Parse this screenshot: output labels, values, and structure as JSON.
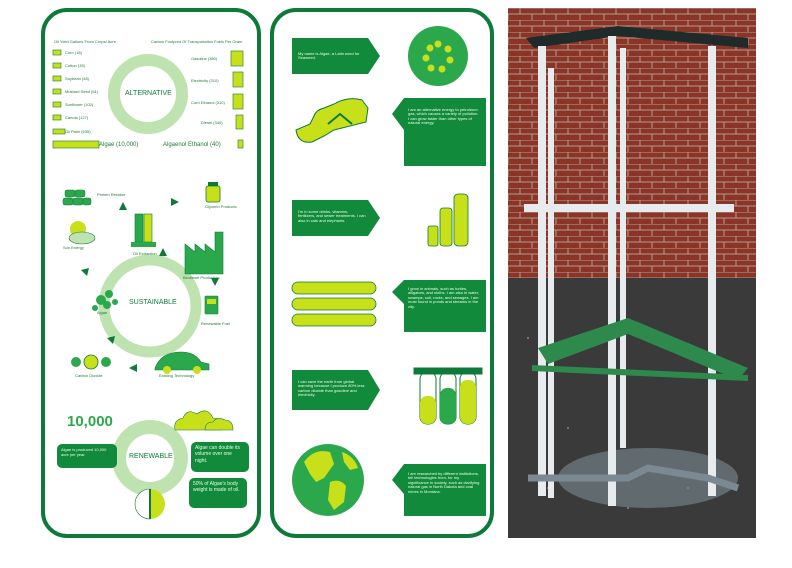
{
  "panel1": {
    "alt": {
      "left_title": "Oil Yield Gallons From Crops/ Acre",
      "right_title": "Carbon Footprint Of Transportation Fuels Per Gram",
      "crops": [
        "Corn (18)",
        "Cotton (35)",
        "Soybean (48)",
        "Mustard Seed (61)",
        "Sunflower (102)",
        "Canola (127)",
        "Oil Palm (635)"
      ],
      "crop_highlight": "Algae (10,000)",
      "fuels": [
        "Gasoline (350)",
        "Electricity (310)",
        "Corn Ethanol (310)",
        "Diesel (340)"
      ],
      "fuel_highlight": "Algaenol Ethanol (40)",
      "center_label": "ALTERNATIVE"
    },
    "sust": {
      "center_label": "SUSTAINABLE",
      "items": {
        "protein": "Protein Residue",
        "glycerin": "Glycerin Products",
        "sun": "Sun Energy",
        "oil": "Oil Extraction",
        "biodiesel": "Biodiesel Production",
        "algae": "Algae",
        "renewable": "Renewable Fuel",
        "carbon": "Carbon Dioxide",
        "existing": "Existing Technology"
      }
    },
    "renew": {
      "center_label": "RENEWABLE",
      "big_number": "10,000",
      "note_left": "Algae is produced 10,000 acre per year.",
      "note_right": "Algae can double its volume over one night.",
      "note_bottom": "50% of Algae's body weight is made of oil."
    }
  },
  "panel2": {
    "rows": [
      {
        "text": "My name is Algae, a Latin word for Seaweed."
      },
      {
        "text": "I am an alternative energy to petroleum gas, which causes a variety of pollution. I can grow faster than other types of natural energy."
      },
      {
        "text": "I'm in some drinks, vitamins, fertilizers, and sewer treatments. I can also in cats and elephants."
      },
      {
        "text": "I grow in animals, such as turtles, alligators, and sloths. I am also in water, swamps, soil, rocks, and sewages. I am most found in ponds and streams in the city."
      },
      {
        "text": "I can save the earth from global warming because I produce 80% less carbon dioxide than gasoline and electricity."
      },
      {
        "text": "I am researched by different institutions, tell technologies from, for my significance in society, such as clarifying natural gas in North Dakota and coal mines in Montana."
      }
    ]
  },
  "colors": {
    "dark_green": "#0d7a3a",
    "mid_green": "#2ca84c",
    "light_green": "#bfe3b0",
    "lime": "#c8e01a",
    "brick": "#8a3527"
  }
}
